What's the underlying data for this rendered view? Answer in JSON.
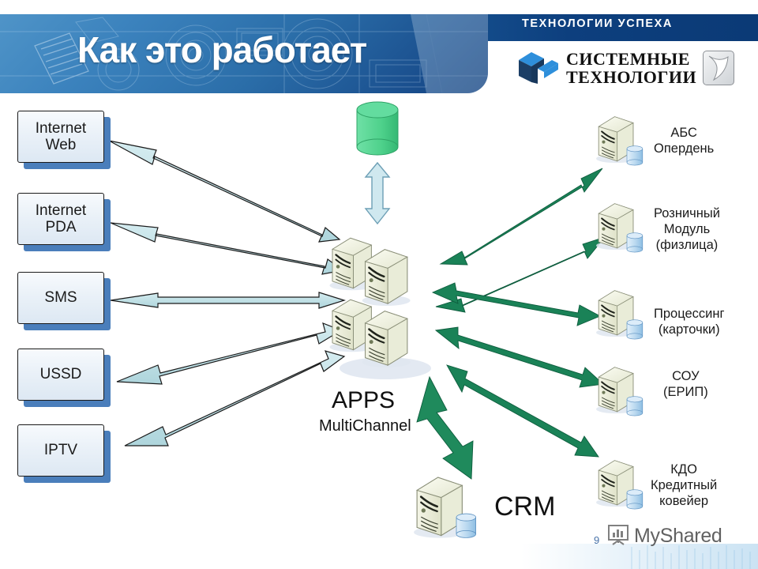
{
  "header": {
    "title": "Как это работает",
    "tagline": "ТЕХНОЛОГИИ УСПЕХА",
    "logo_line1": "СИСТЕМНЫЕ",
    "logo_line2": "ТЕХНОЛОГИИ",
    "logo_icon": "cube-logo-icon",
    "badge_icon": "stylized-x-badge-icon",
    "decor_icon": "blueprint-technology-pattern-icon",
    "bar_color": "#1d5f9e",
    "band_color": "#2b6ea9"
  },
  "channels": [
    {
      "id": "internet-web",
      "line1": "Internet",
      "line2": "Web"
    },
    {
      "id": "internet-pda",
      "line1": "Internet",
      "line2": "PDA"
    },
    {
      "id": "sms",
      "line1": "SMS",
      "line2": ""
    },
    {
      "id": "ussd",
      "line1": "USSD",
      "line2": ""
    },
    {
      "id": "iptv",
      "line1": "IPTV",
      "line2": ""
    }
  ],
  "center": {
    "database_icon": "green-database-cylinder-icon",
    "apps_icon": "server-stack-icon",
    "apps_title": "APPS",
    "apps_subtitle": "MultiChannel",
    "crm_icon": "server-with-database-icon",
    "crm_title": "CRM"
  },
  "backends": [
    {
      "id": "abs-operden",
      "lines": [
        "АБС",
        "Опердень"
      ]
    },
    {
      "id": "roznichny-modul",
      "lines": [
        "Розничный",
        "Модуль",
        "(физлица)"
      ]
    },
    {
      "id": "processing",
      "lines": [
        "Процессинг",
        "(карточки)"
      ]
    },
    {
      "id": "sou-erip",
      "lines": [
        "СОУ",
        "(ЕРИП)"
      ]
    },
    {
      "id": "kdo-credit",
      "lines": [
        "КДО",
        "Кредитный",
        "ковейер"
      ]
    }
  ],
  "colors": {
    "channel_arrow": "#bfe0e4",
    "channel_arrow_stroke": "#1a1a1a",
    "backend_arrow": "#1a8257",
    "crm_arrow": "#1f8a5c",
    "db_green": "#4ed18b",
    "server_body": "#eef0dd",
    "box_shadow_blue": "#4a7ebb"
  },
  "footer": {
    "page_number": "9",
    "watermark_text": "MyShared",
    "watermark_icon": "myshared-chart-icon"
  }
}
